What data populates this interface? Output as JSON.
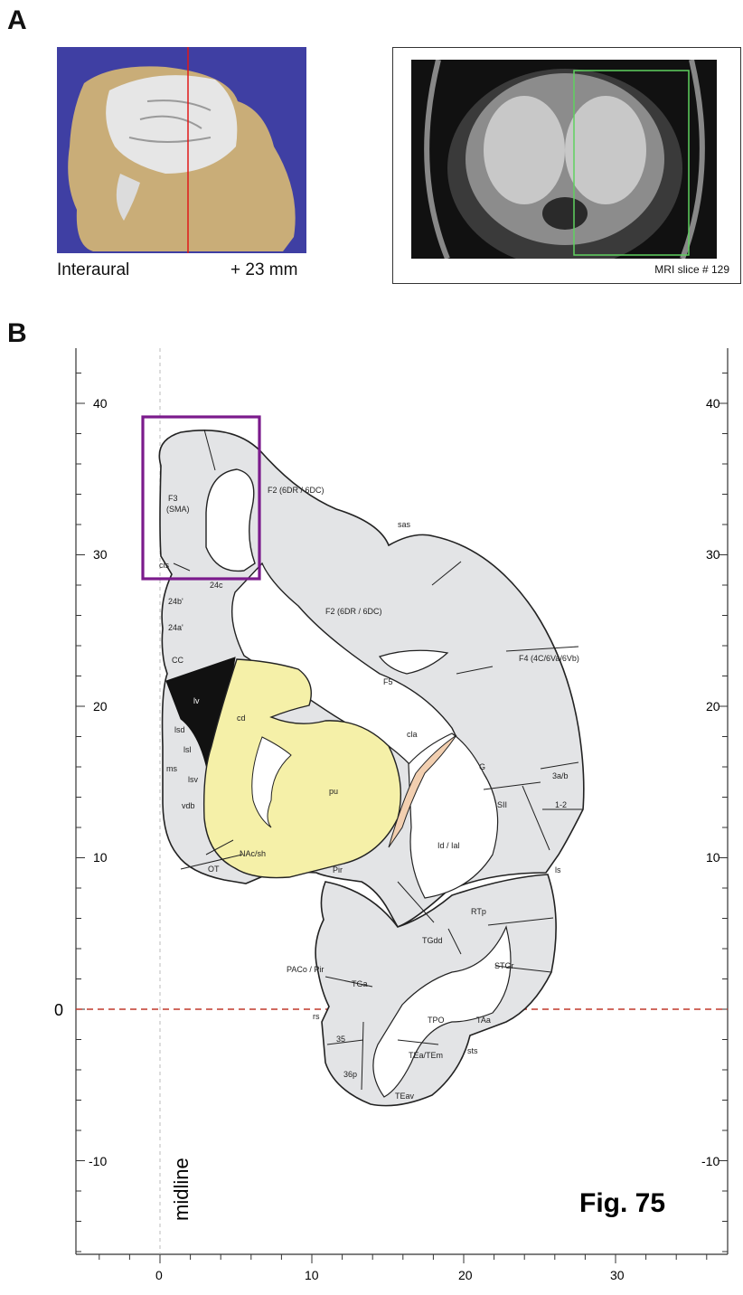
{
  "panel_a": {
    "letter": "A",
    "caption_left": "Interaural",
    "caption_right": "+ 23 mm",
    "mri_label": "MRI slice # 129"
  },
  "panel_b": {
    "letter": "B",
    "y_ticks": [
      "40",
      "30",
      "20",
      "10",
      "0",
      "-10"
    ],
    "x_ticks": [
      "0",
      "10",
      "20",
      "30"
    ],
    "midline_label": "midline",
    "figure_label": "Fig. 75",
    "regions": {
      "f3_sma": "F3\n(SMA)",
      "cis": "cis",
      "f2_top": "F2 (6DR / 6DC)",
      "sas": "sas",
      "f2_mid": "F2 (6DR / 6DC)",
      "f4": "F4 (4C/6Va/6Vb)",
      "f5": "F5",
      "c24c": "24c",
      "c24b": "24b'",
      "c24a": "24a'",
      "cc": "CC",
      "lv": "lv",
      "cd": "cd",
      "pu": "pu",
      "cla": "cla",
      "g": "G",
      "sii": "SII",
      "a12": "1-2",
      "a3ab": "3a/b",
      "ls": "ls",
      "lsd": "lsd",
      "lsl": "lsl",
      "ms": "ms",
      "lsv": "lsv",
      "vdb": "vdb",
      "nacsh": "NAc/sh",
      "ot": "OT",
      "pir": "Pir",
      "id_ial": "Id / Ial",
      "rtp": "RTp",
      "tgdd": "TGdd",
      "stgr": "STGr",
      "paco": "PACo / Pir",
      "tga": "TGa",
      "tpo": "TPO",
      "taa": "TAa",
      "rs": "rs",
      "a35": "35",
      "a36p": "36p",
      "teatem": "TEa/TEm",
      "sts": "sts",
      "teav": "TEav"
    }
  }
}
